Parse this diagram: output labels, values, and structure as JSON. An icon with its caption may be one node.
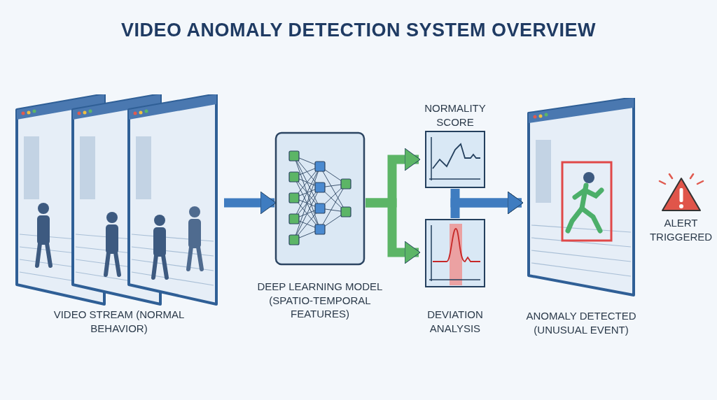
{
  "diagram": {
    "title": "VIDEO ANOMALY DETECTION SYSTEM OVERVIEW",
    "nodes": [
      {
        "text": [
          "VIDEO STREAM (NORMAL BEHAVIOR)"
        ]
      },
      {
        "text": [
          "DEEP LEARNING MODEL (SPATIO-TEMPORAL FEATURES)"
        ]
      },
      {
        "text": [
          "NORMALITY SCORE"
        ]
      },
      {
        "text": [
          "DEVIATION ANALYSIS"
        ]
      },
      {
        "text": [
          "ANOMALY DETECTED (UNUSUAL EVENT)"
        ]
      },
      {
        "text": [
          "ALERT TRIGGERED"
        ]
      }
    ],
    "edges": [
      {
        "from": 0,
        "to": 1,
        "arrow": "to"
      },
      {
        "from": 1,
        "to": 2,
        "arrow": "to",
        "color": "#5cb566"
      },
      {
        "from": 1,
        "to": 3,
        "arrow": "to",
        "color": "#5cb566"
      },
      {
        "from": 2,
        "to": 4,
        "arrow": "to"
      },
      {
        "from": 3,
        "to": 4,
        "arrow": "to"
      }
    ]
  }
}
